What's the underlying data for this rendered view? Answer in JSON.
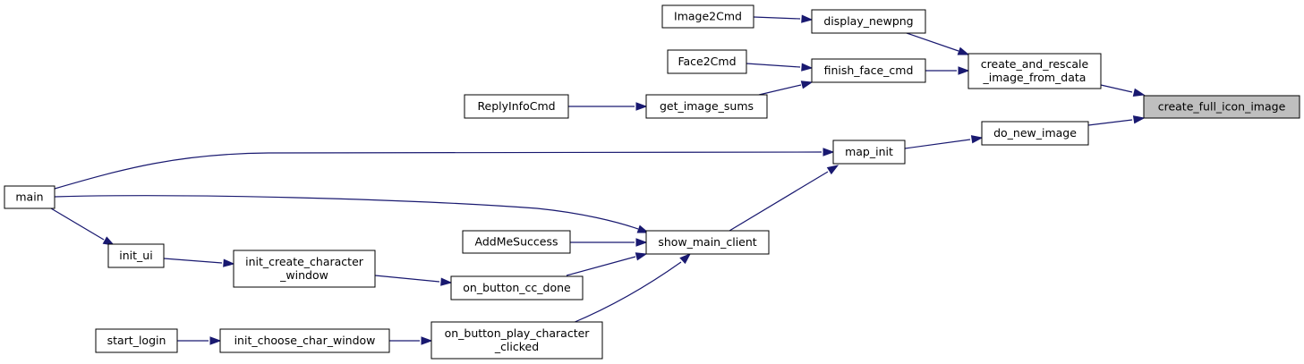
{
  "graph": {
    "nodes": [
      {
        "id": "create_full_icon_image",
        "lines": [
          "create_full_icon_image"
        ],
        "highlight": true
      },
      {
        "id": "create_and_rescale_image_from_data",
        "lines": [
          "create_and_rescale",
          "_image_from_data"
        ]
      },
      {
        "id": "do_new_image",
        "lines": [
          "do_new_image"
        ]
      },
      {
        "id": "display_newpng",
        "lines": [
          "display_newpng"
        ]
      },
      {
        "id": "finish_face_cmd",
        "lines": [
          "finish_face_cmd"
        ]
      },
      {
        "id": "Image2Cmd",
        "lines": [
          "Image2Cmd"
        ]
      },
      {
        "id": "Face2Cmd",
        "lines": [
          "Face2Cmd"
        ]
      },
      {
        "id": "get_image_sums",
        "lines": [
          "get_image_sums"
        ]
      },
      {
        "id": "ReplyInfoCmd",
        "lines": [
          "ReplyInfoCmd"
        ]
      },
      {
        "id": "map_init",
        "lines": [
          "map_init"
        ]
      },
      {
        "id": "main",
        "lines": [
          "main"
        ]
      },
      {
        "id": "show_main_client",
        "lines": [
          "show_main_client"
        ]
      },
      {
        "id": "AddMeSuccess",
        "lines": [
          "AddMeSuccess"
        ]
      },
      {
        "id": "on_button_cc_done",
        "lines": [
          "on_button_cc_done"
        ]
      },
      {
        "id": "on_button_play_character_clicked",
        "lines": [
          "on_button_play_character",
          "_clicked"
        ]
      },
      {
        "id": "init_ui",
        "lines": [
          "init_ui"
        ]
      },
      {
        "id": "init_create_character_window",
        "lines": [
          "init_create_character",
          "_window"
        ]
      },
      {
        "id": "init_choose_char_window",
        "lines": [
          "init_choose_char_window"
        ]
      },
      {
        "id": "start_login",
        "lines": [
          "start_login"
        ]
      }
    ],
    "edges": [
      {
        "from": "create_and_rescale_image_from_data",
        "to": "create_full_icon_image"
      },
      {
        "from": "do_new_image",
        "to": "create_full_icon_image"
      },
      {
        "from": "display_newpng",
        "to": "create_and_rescale_image_from_data"
      },
      {
        "from": "finish_face_cmd",
        "to": "create_and_rescale_image_from_data"
      },
      {
        "from": "Image2Cmd",
        "to": "display_newpng"
      },
      {
        "from": "Face2Cmd",
        "to": "finish_face_cmd"
      },
      {
        "from": "get_image_sums",
        "to": "finish_face_cmd"
      },
      {
        "from": "ReplyInfoCmd",
        "to": "get_image_sums"
      },
      {
        "from": "map_init",
        "to": "do_new_image"
      },
      {
        "from": "main",
        "to": "map_init"
      },
      {
        "from": "show_main_client",
        "to": "map_init"
      },
      {
        "from": "main",
        "to": "show_main_client"
      },
      {
        "from": "AddMeSuccess",
        "to": "show_main_client"
      },
      {
        "from": "on_button_cc_done",
        "to": "show_main_client"
      },
      {
        "from": "on_button_play_character_clicked",
        "to": "show_main_client"
      },
      {
        "from": "main",
        "to": "init_ui"
      },
      {
        "from": "init_ui",
        "to": "init_create_character_window"
      },
      {
        "from": "init_create_character_window",
        "to": "on_button_cc_done"
      },
      {
        "from": "init_choose_char_window",
        "to": "on_button_play_character_clicked"
      },
      {
        "from": "start_login",
        "to": "init_choose_char_window"
      }
    ]
  }
}
